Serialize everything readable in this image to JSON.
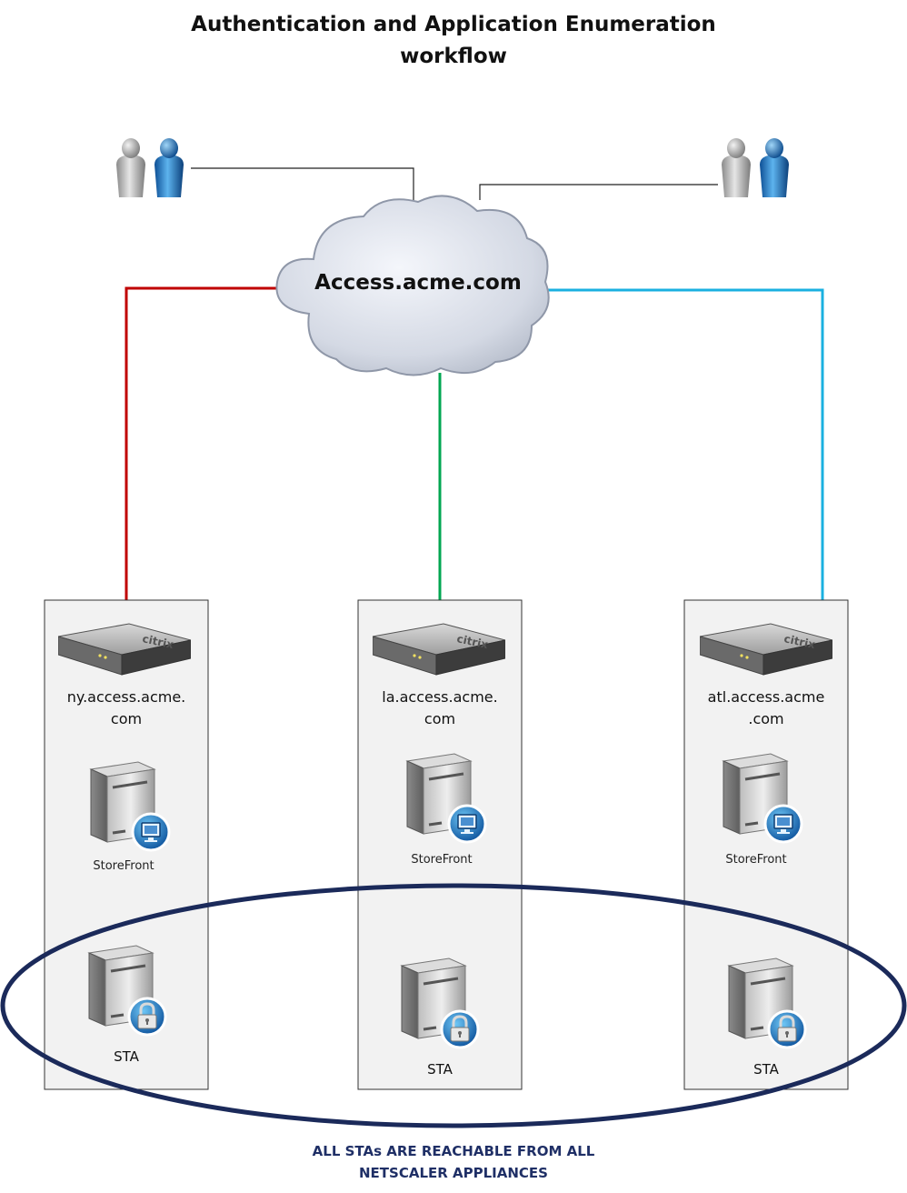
{
  "title_line1": "Authentication and Application Enumeration",
  "title_line2": "workflow",
  "cloud_label": "Access.acme.com",
  "sites": [
    {
      "fqdn_line1": "ny.access.acme.",
      "fqdn_line2": "com",
      "storefront_label": "StoreFront",
      "sta_label": "STA",
      "link_color": "#c00000"
    },
    {
      "fqdn_line1": "la.access.acme.",
      "fqdn_line2": "com",
      "storefront_label": "StoreFront",
      "sta_label": "STA",
      "link_color": "#00a651"
    },
    {
      "fqdn_line1": "atl.access.acme",
      "fqdn_line2": ".com",
      "storefront_label": "StoreFront",
      "sta_label": "STA",
      "link_color": "#1ab0e0"
    }
  ],
  "footer_line1": "ALL STAs ARE REACHABLE FROM ALL",
  "footer_line2": "NETSCALER APPLIANCES",
  "ellipse_color": "#1b2a5a",
  "icons": {
    "users": "user-group-icon",
    "cloud": "cloud-icon",
    "appliance": "netscaler-appliance-icon",
    "storefront": "storefront-server-icon",
    "sta": "sta-server-icon"
  }
}
